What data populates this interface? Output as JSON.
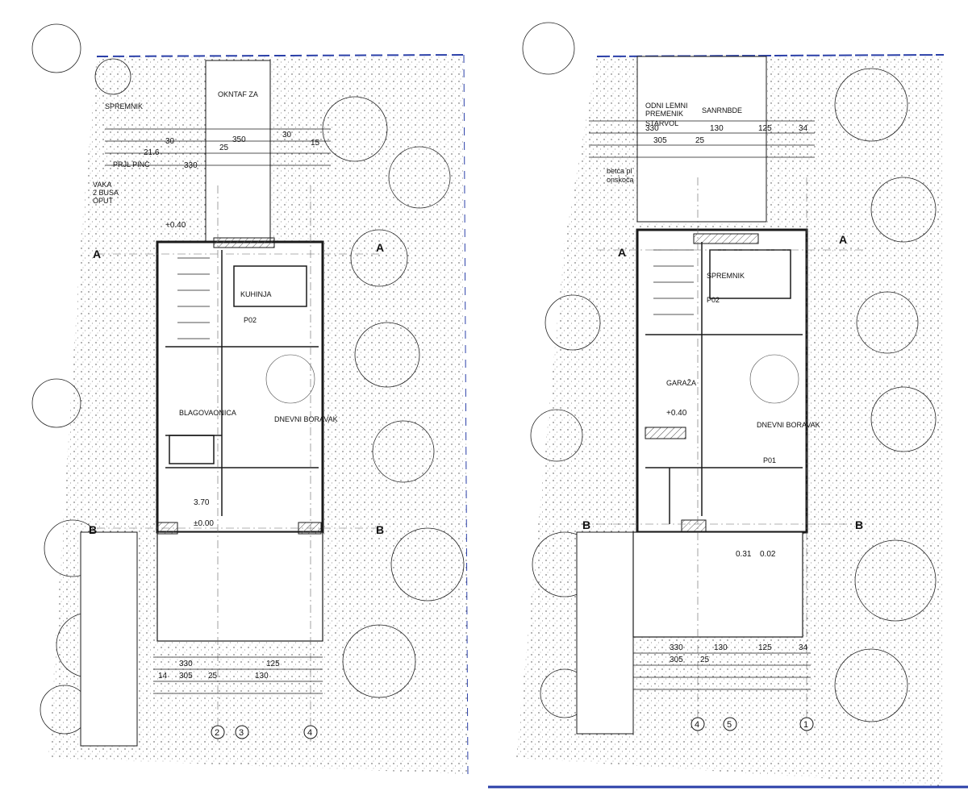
{
  "sheets": [
    {
      "id": "left",
      "section_marks": [
        "A",
        "A",
        "B",
        "B"
      ],
      "grid_bottom": [
        "2",
        "3",
        "4"
      ],
      "room_labels": [
        "BLAGOVAONICA",
        "KUHINJA",
        "DNEVNI BORAVAK",
        "P02"
      ],
      "header_notes": [
        "OKNTAF ZA",
        "SPREMNIK",
        "VAKA",
        "PRJL PINC",
        "2 BUSA",
        "OPUT"
      ],
      "dims_top": [
        "21.6",
        "30",
        "330",
        "25",
        "350",
        "15",
        "30"
      ],
      "dims_bottom": [
        "330",
        "125",
        "14",
        "305",
        "25",
        "130"
      ],
      "levels": [
        "+0.40",
        "±0.00",
        "3.70"
      ]
    },
    {
      "id": "right",
      "section_marks": [
        "A",
        "A",
        "B",
        "B"
      ],
      "grid_bottom": [
        "4",
        "5",
        "1"
      ],
      "room_labels": [
        "SPREMNIK",
        "GARAŽA",
        "DNEVNI BORAVAK",
        "P02",
        "P01"
      ],
      "header_notes": [
        "ODNI LEMNI",
        "PREMENIK",
        "STARVOL",
        "SANRNBDE",
        "betca pl",
        "onskoča"
      ],
      "dims_top": [
        "330",
        "130",
        "125",
        "34",
        "305",
        "25"
      ],
      "dims_bottom": [
        "330",
        "130",
        "125",
        "34",
        "305",
        "25"
      ],
      "levels": [
        "+0.40",
        "0.31",
        "0.02"
      ]
    }
  ],
  "colors": {
    "line": "#1a1a1a",
    "hatch": "#555555",
    "accent_blue": "#2a3fa8",
    "background": "#ffffff"
  }
}
